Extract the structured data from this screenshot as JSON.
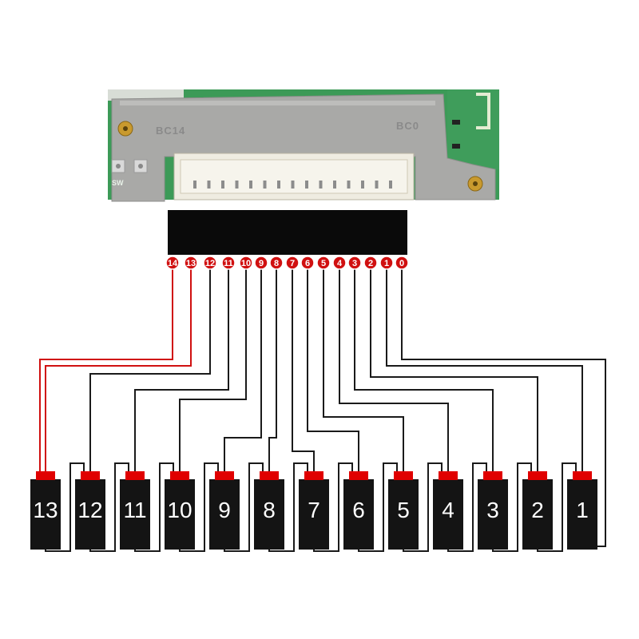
{
  "board": {
    "labels": {
      "left": "BC14",
      "right": "BC0",
      "switch": "SW"
    }
  },
  "colors": {
    "wire_red": "#d01010",
    "wire_black": "#1a1a1a",
    "pin_red": "#d01010",
    "cell_body": "#141414",
    "cell_cap": "#e00000",
    "header_block": "#0a0a0a",
    "pcb_green": "#3c9a57",
    "pcb_plate": "#a7a7a5",
    "connector": "#efece1"
  },
  "pins": [
    "14",
    "13",
    "12",
    "11",
    "10",
    "9",
    "8",
    "7",
    "6",
    "5",
    "4",
    "3",
    "2",
    "1",
    "0"
  ],
  "cells": [
    "13",
    "12",
    "11",
    "10",
    "9",
    "8",
    "7",
    "6",
    "5",
    "4",
    "3",
    "2",
    "1"
  ]
}
